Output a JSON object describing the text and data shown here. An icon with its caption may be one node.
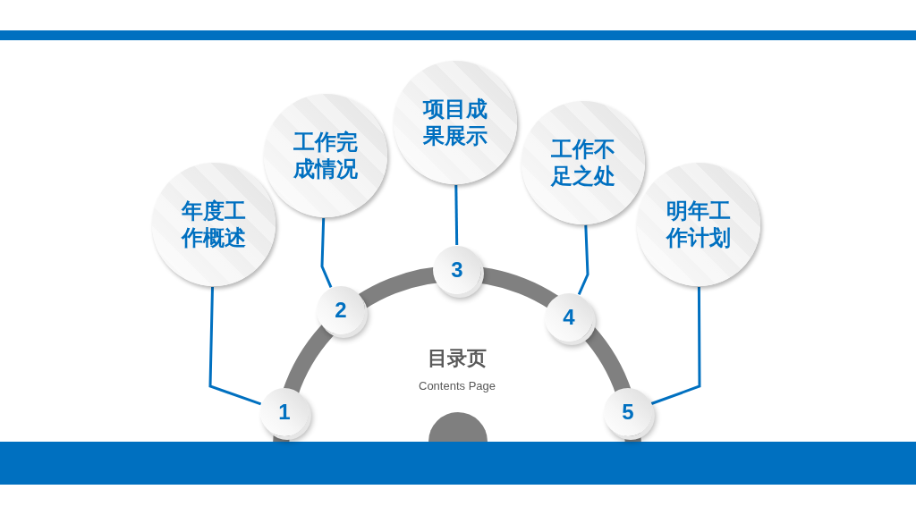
{
  "diagram": {
    "title": "目录页",
    "nodes": [
      {
        "text": [
          "年度工作概述"
        ]
      },
      {
        "text": [
          "工作完成情况"
        ]
      },
      {
        "text": [
          "项目成果展示"
        ]
      },
      {
        "text": [
          "工作不足之处"
        ]
      },
      {
        "text": [
          "明年工作计划"
        ]
      },
      {
        "text": [
          "1"
        ]
      },
      {
        "text": [
          "2"
        ]
      },
      {
        "text": [
          "3"
        ]
      },
      {
        "text": [
          "4"
        ]
      },
      {
        "text": [
          "5"
        ]
      }
    ],
    "edges": [
      {
        "from": 5,
        "to": 0,
        "arrow": "none"
      },
      {
        "from": 6,
        "to": 1,
        "arrow": "none"
      },
      {
        "from": 7,
        "to": 2,
        "arrow": "none"
      },
      {
        "from": 8,
        "to": 3,
        "arrow": "none"
      },
      {
        "from": 9,
        "to": 4,
        "arrow": "none"
      }
    ],
    "labels": [
      "Contents Page"
    ]
  }
}
